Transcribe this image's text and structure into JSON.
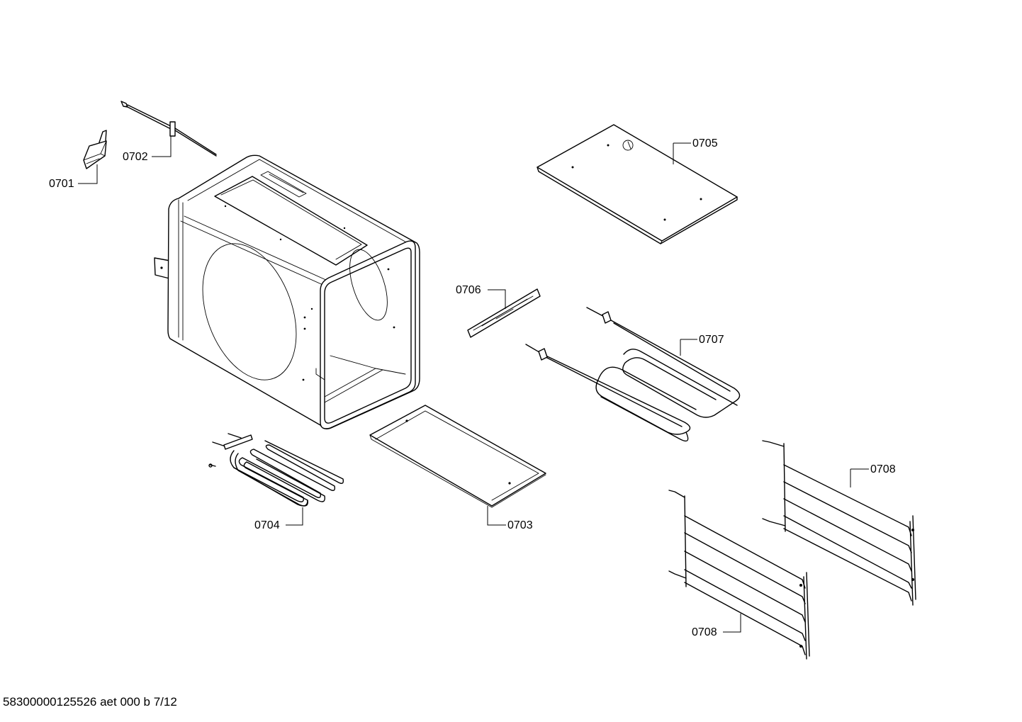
{
  "parts": [
    {
      "id": "p0701",
      "label": "0701"
    },
    {
      "id": "p0702",
      "label": "0702"
    },
    {
      "id": "p0703",
      "label": "0703"
    },
    {
      "id": "p0704",
      "label": "0704"
    },
    {
      "id": "p0705",
      "label": "0705"
    },
    {
      "id": "p0706",
      "label": "0706"
    },
    {
      "id": "p0707",
      "label": "0707"
    },
    {
      "id": "p0708a",
      "label": "0708"
    },
    {
      "id": "p0708b",
      "label": "0708"
    }
  ],
  "footer": {
    "text": "58300000125526 aet 000 b 7/12"
  }
}
